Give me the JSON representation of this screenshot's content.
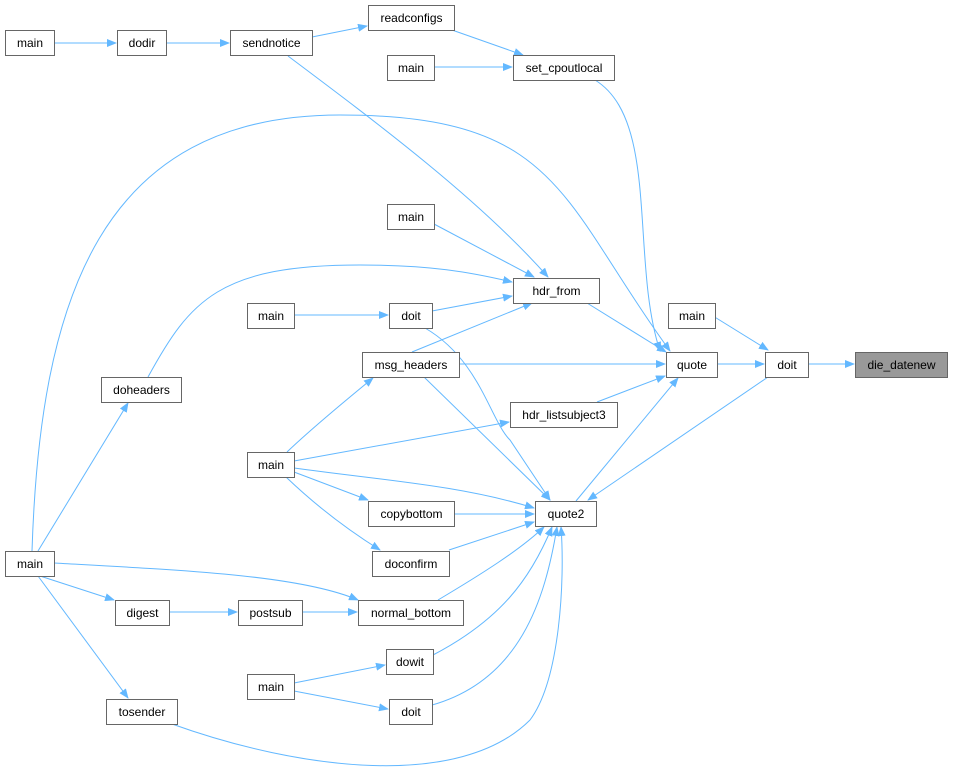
{
  "graph": {
    "type": "caller-graph",
    "focus": "die_datenew",
    "colors": {
      "edge": "#63b8ff",
      "focus_fill": "#999999",
      "node_border": "#666666"
    },
    "nodes": {
      "main1": "main",
      "dodir": "dodir",
      "sendnotice": "sendnotice",
      "readconfigs": "readconfigs",
      "main2": "main",
      "set_cpoutlocal": "set_cpoutlocal",
      "main3": "main",
      "hdr_from": "hdr_from",
      "main4": "main",
      "doit1": "doit",
      "main5": "main",
      "msg_headers": "msg_headers",
      "quote": "quote",
      "doit2": "doit",
      "die_datenew": "die_datenew",
      "doheaders": "doheaders",
      "hdr_listsubject3": "hdr_listsubject3",
      "main6": "main",
      "copybottom": "copybottom",
      "quote2": "quote2",
      "main7": "main",
      "doconfirm": "doconfirm",
      "digest": "digest",
      "postsub": "postsub",
      "normal_bottom": "normal_bottom",
      "dowit": "dowit",
      "main8": "main",
      "doit3": "doit",
      "tosender": "tosender"
    }
  }
}
